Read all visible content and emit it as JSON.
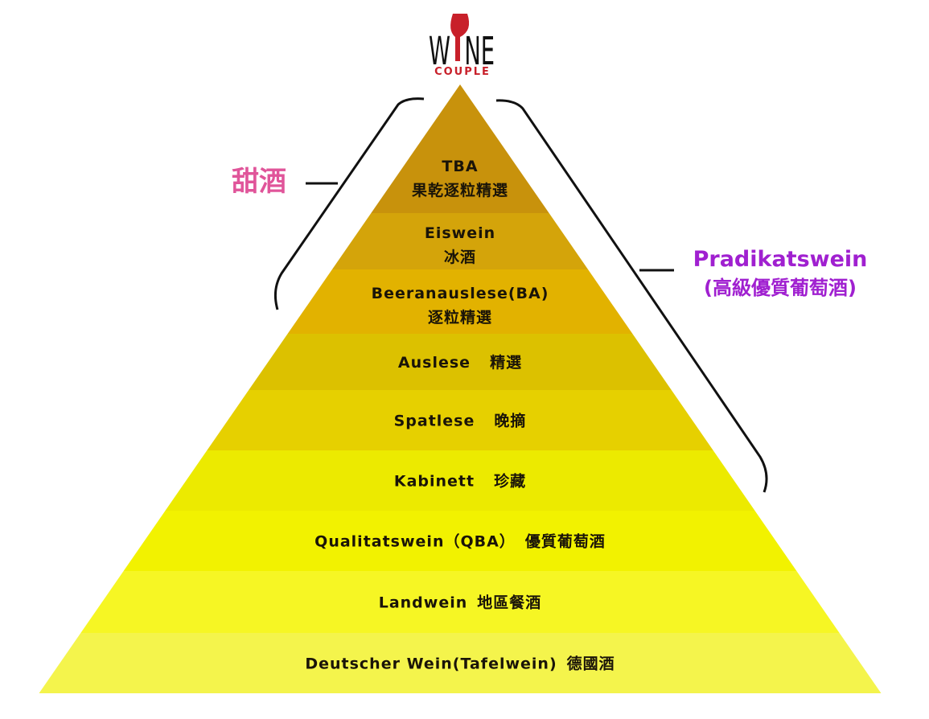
{
  "logo": {
    "top": "WINE",
    "bottom": "COUPLE",
    "color": "#c8202a"
  },
  "sweet_label": {
    "text": "甜酒",
    "color": "#e0559a"
  },
  "pradikat_label": {
    "line1": "Pradikatswein",
    "line2": "(高級優質葡萄酒)",
    "color": "#a020d0"
  },
  "levels": [
    {
      "name": "TBA",
      "zh": "果乾逐粒精選",
      "color": "#c8920c"
    },
    {
      "name": "Eiswein",
      "zh": "冰酒",
      "color": "#d4a40a"
    },
    {
      "name": "Beeranauslese(BA)",
      "zh": "逐粒精選",
      "color": "#e2b200"
    },
    {
      "name": "Auslese",
      "zh": "精選",
      "color": "#dcc100"
    },
    {
      "name": "Spatlese",
      "zh": "晚摘",
      "color": "#e6d000"
    },
    {
      "name": "Kabinett",
      "zh": "珍藏",
      "color": "#ecea00"
    },
    {
      "name": "Qualitatswein（QBA）",
      "zh": "優質葡萄酒",
      "color": "#f2f200"
    },
    {
      "name": "Landwein",
      "zh": "地區餐酒",
      "color": "#f6f624"
    },
    {
      "name": "Deutscher Wein(Tafelwein)",
      "zh": "德國酒",
      "color": "#f4f44c"
    }
  ]
}
